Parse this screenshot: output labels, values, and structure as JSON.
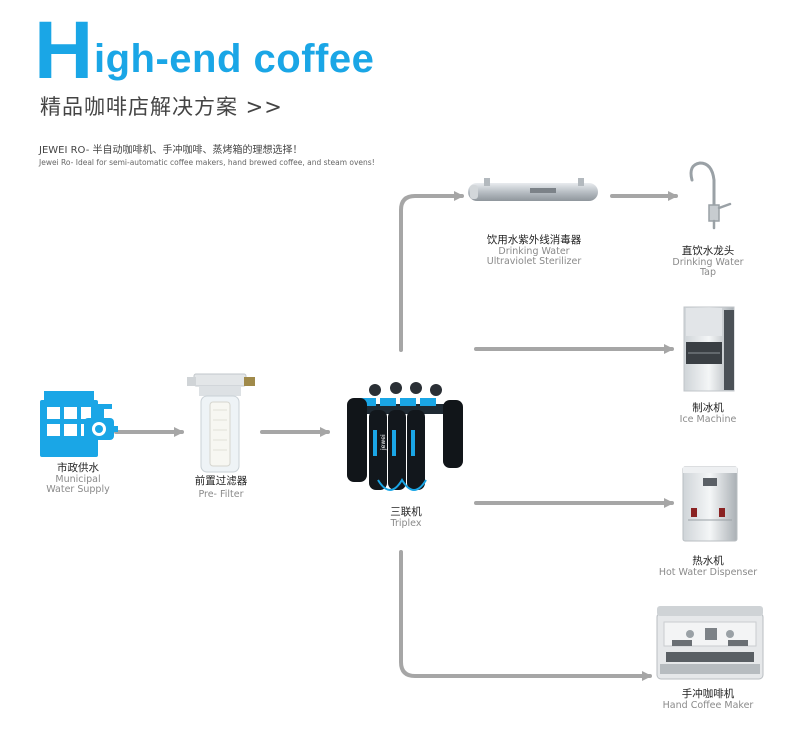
{
  "header": {
    "title_initial": "H",
    "title_rest": "igh-end coffee",
    "subtitle": "精品咖啡店解决方案  >>",
    "tagline_cn": "JEWEI RO- 半自动咖啡机、手冲咖啡、蒸烤箱的理想选择！",
    "tagline_en": "Jewei Ro- Ideal for semi-automatic coffee makers, hand brewed coffee, and steam ovens!"
  },
  "nodes": {
    "municipal": {
      "cn": "市政供水",
      "en1": "Municipal",
      "en2": "Water Supply"
    },
    "prefilter": {
      "cn": "前置过滤器",
      "en1": "Pre- Filter"
    },
    "triplex": {
      "cn": "三联机",
      "en1": "Triplex"
    },
    "uv": {
      "cn": "饮用水紫外线消毒器",
      "en1": "Drinking Water",
      "en2": "Ultraviolet Sterilizer"
    },
    "tap": {
      "cn": "直饮水龙头",
      "en1": "Drinking Water",
      "en2": "Tap"
    },
    "ice": {
      "cn": "制冰机",
      "en1": "Ice Machine"
    },
    "hot": {
      "cn": "热水机",
      "en1": "Hot Water Dispenser"
    },
    "coffee": {
      "cn": "手冲咖啡机",
      "en1": "Hand Coffee Maker"
    }
  },
  "product_text": {
    "filter_brand": "jewei"
  },
  "colors": {
    "accent": "#1aa6e6",
    "arrow": "#a6a6a6",
    "text": "#333333"
  }
}
